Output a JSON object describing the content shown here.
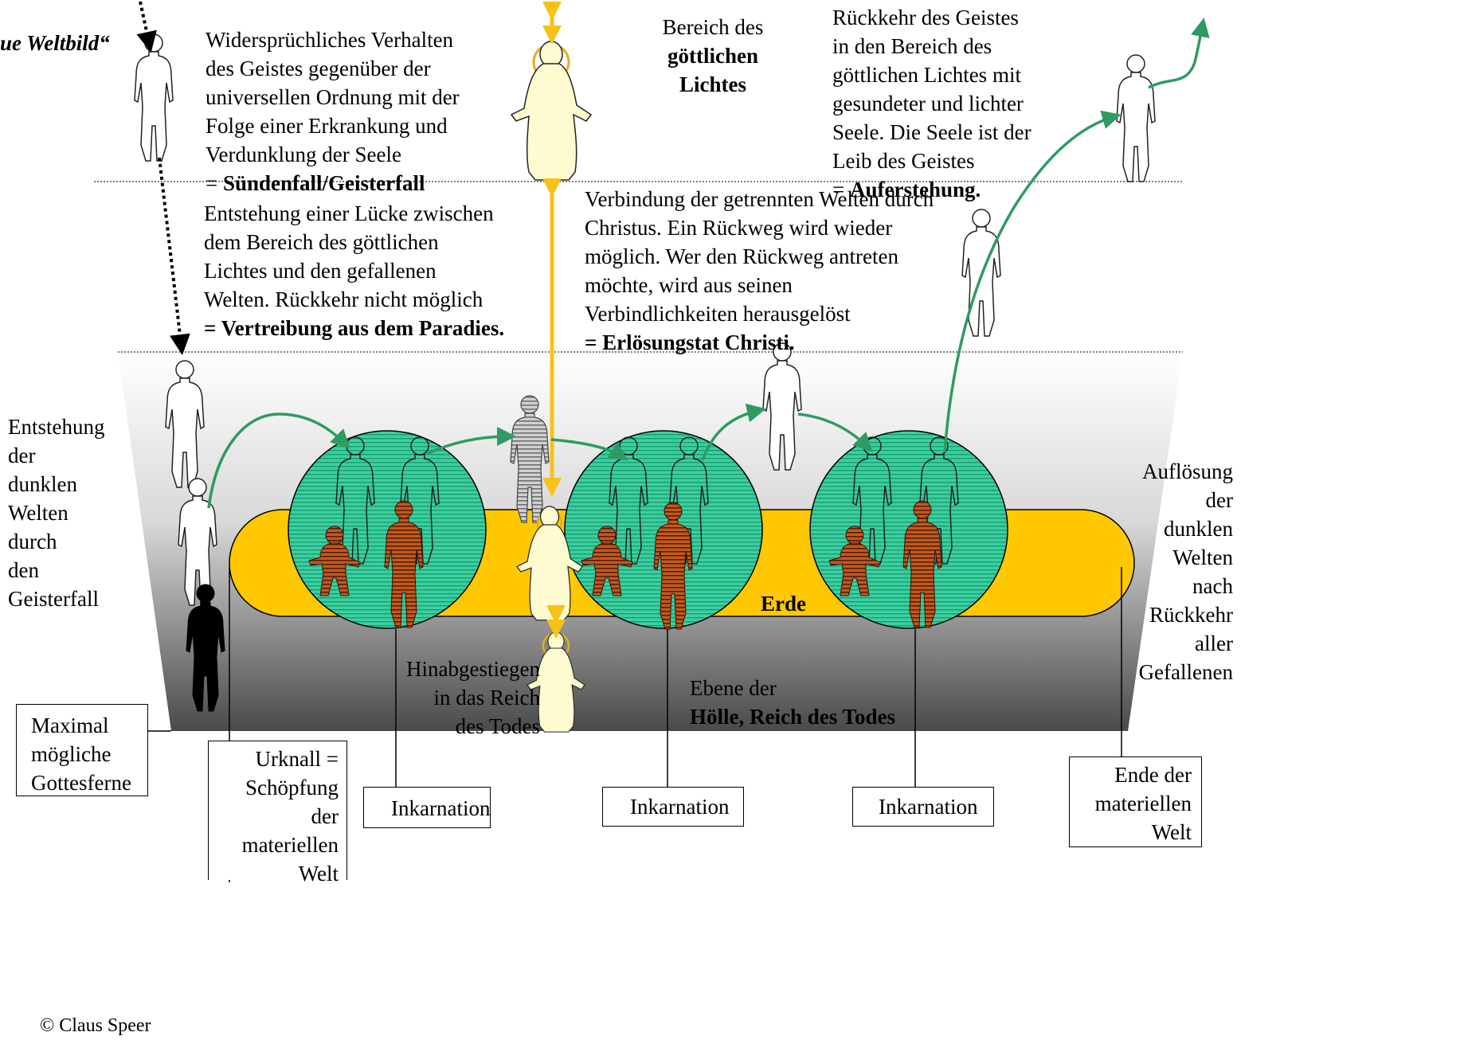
{
  "title_fragment": "ue Weltbild“",
  "top_left_text": {
    "lines": "Widersprüchliches Verhalten\ndes Geistes gegenüber der\nuniversellen Ordnung mit  der\nFolge einer Erkrankung und\nVerdunklung der Seele",
    "prefix": "= ",
    "emphasis": "Sündenfall/Geisterfall"
  },
  "top_center_text": {
    "line1": "Bereich des",
    "bold": "göttlichen\nLichtes"
  },
  "top_right_text": {
    "lines": "Rückkehr des Geistes\nin den Bereich des\ngöttlichen Lichtes mit\ngesundeter  und lichter\nSeele. Die Seele ist der\nLeib des Geistes",
    "prefix": "= ",
    "emphasis": "Auferstehung."
  },
  "mid_left_text": {
    "lines": "Entstehung einer Lücke zwischen\ndem Bereich des göttlichen\nLichtes und den gefallenen\nWelten. Rückkehr nicht möglich",
    "emphasis": "= Vertreibung aus dem Paradies."
  },
  "mid_right_text": {
    "lines": "Verbindung der getrennten Welten durch\nChristus.  Ein Rückweg wird wieder\nmöglich. Wer den Rückweg antreten\nmöchte, wird  aus seinen\nVerbindlichkeiten  herausgelöst",
    "emphasis": "= Erlösungstat Christi."
  },
  "left_side_text": "Entstehung\nder\ndunklen\nWelten\ndurch\nden\nGeisterfall",
  "right_side_text": "Auflösung\nder\ndunklen\nWelten\nnach\nRückkehr\naller\nGefallenen",
  "erde_label": "Erde",
  "descended_text": "Hinabgestiegen\nin das Reich\ndes Todes",
  "hell_text": {
    "line1": "Ebene der",
    "bold": "Hölle, Reich des Todes"
  },
  "boxes": {
    "max_distance": "Maximal\nmögliche\nGottesferne",
    "urknall": "Urknall =\nSchöpfung\nder\nmateriellen\nWelt",
    "inkarnation_1": "Inkarnation",
    "inkarnation_2": "Inkarnation",
    "inkarnation_3": "Inkarnation",
    "end_world": "Ende der\nmateriellen\nWelt"
  },
  "copyright": "© Claus Speer",
  "colors": {
    "earth": "#FFC800",
    "sphere": "#2EBF91",
    "arrow_green": "#2E9B62",
    "arrow_gold": "#F6C21A",
    "christ_figure": "#FFFBD0",
    "incarnated": "#8B3A10"
  }
}
